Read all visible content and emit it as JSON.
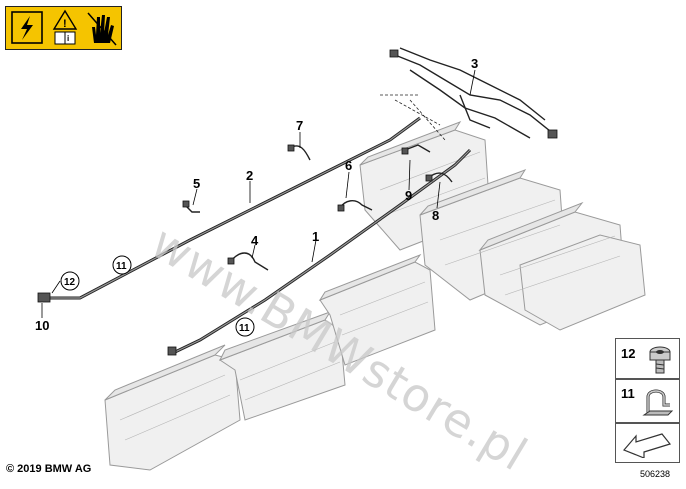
{
  "warning_icons": [
    "high-voltage-icon",
    "read-manual-icon",
    "no-touch-icon"
  ],
  "callouts": [
    {
      "id": "c1",
      "label": "1"
    },
    {
      "id": "c2",
      "label": "2"
    },
    {
      "id": "c3",
      "label": "3"
    },
    {
      "id": "c4",
      "label": "4"
    },
    {
      "id": "c5",
      "label": "5"
    },
    {
      "id": "c6",
      "label": "6"
    },
    {
      "id": "c7",
      "label": "7"
    },
    {
      "id": "c8",
      "label": "8"
    },
    {
      "id": "c9",
      "label": "9"
    },
    {
      "id": "c10",
      "label": "10"
    }
  ],
  "circled_callouts": [
    {
      "id": "cc1",
      "label": "11"
    },
    {
      "id": "cc2",
      "label": "12"
    },
    {
      "id": "cc3",
      "label": "11"
    }
  ],
  "legend": [
    {
      "label": "12",
      "icon": "bolt-icon"
    },
    {
      "label": "11",
      "icon": "clip-icon"
    },
    {
      "label": "",
      "icon": "arrow-icon"
    }
  ],
  "watermark": "www.BMWstore.pl",
  "copyright": "© 2019 BMW AG",
  "diagram_id": "506238"
}
